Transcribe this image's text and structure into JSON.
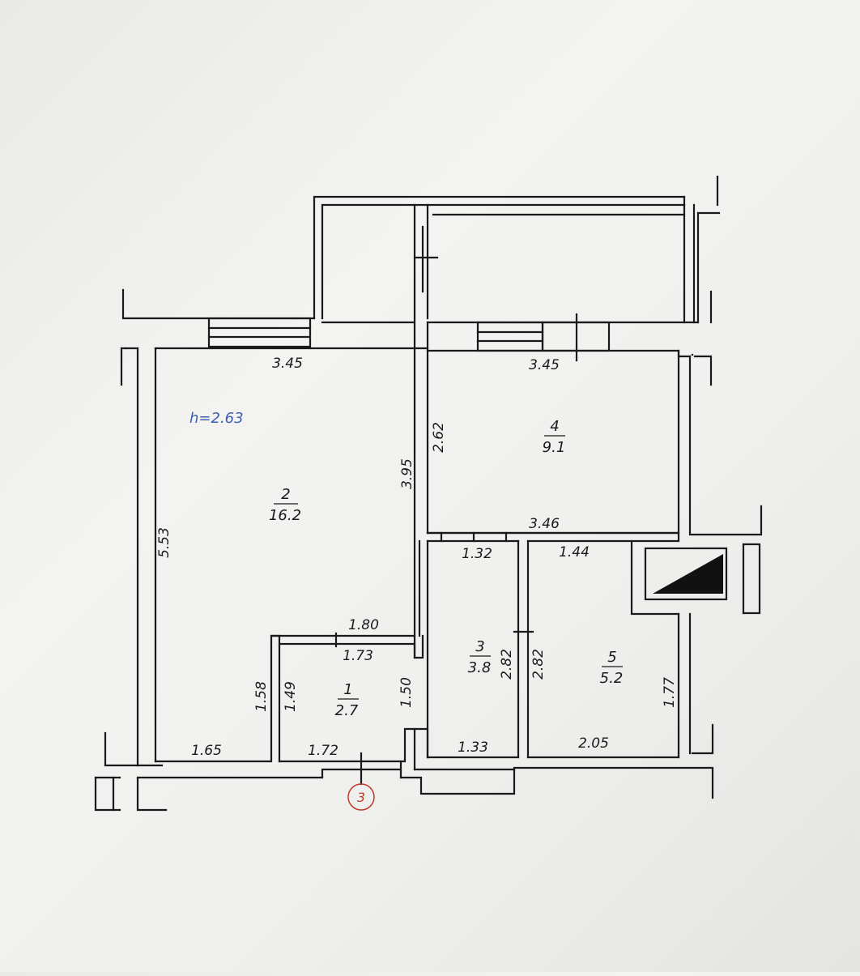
{
  "ceiling_height": "h=2.63",
  "axis_marker": "3",
  "rooms": [
    {
      "number": "2",
      "area": "16.2"
    },
    {
      "number": "4",
      "area": "9.1"
    },
    {
      "number": "3",
      "area": "3.8"
    },
    {
      "number": "5",
      "area": "5.2"
    },
    {
      "number": "1",
      "area": "2.7"
    }
  ],
  "dimensions": {
    "room2_top": "3.45",
    "room4_top": "3.45",
    "room4_left": "2.62",
    "room2_right": "3.95",
    "room2_left": "5.53",
    "room4_bottom": "3.46",
    "room3_top": "1.32",
    "room5_top": "1.44",
    "hall_top_outer": "1.80",
    "hall_top_inner": "1.73",
    "room3_left": "2.82",
    "room5_left": "2.82",
    "room5_right": "1.77",
    "room2_lower_left": "1.58",
    "room1_left": "1.49",
    "room1_right": "1.50",
    "room2_bottom": "1.65",
    "room1_bottom": "1.72",
    "room3_bottom": "1.33",
    "room5_bottom": "2.05"
  }
}
